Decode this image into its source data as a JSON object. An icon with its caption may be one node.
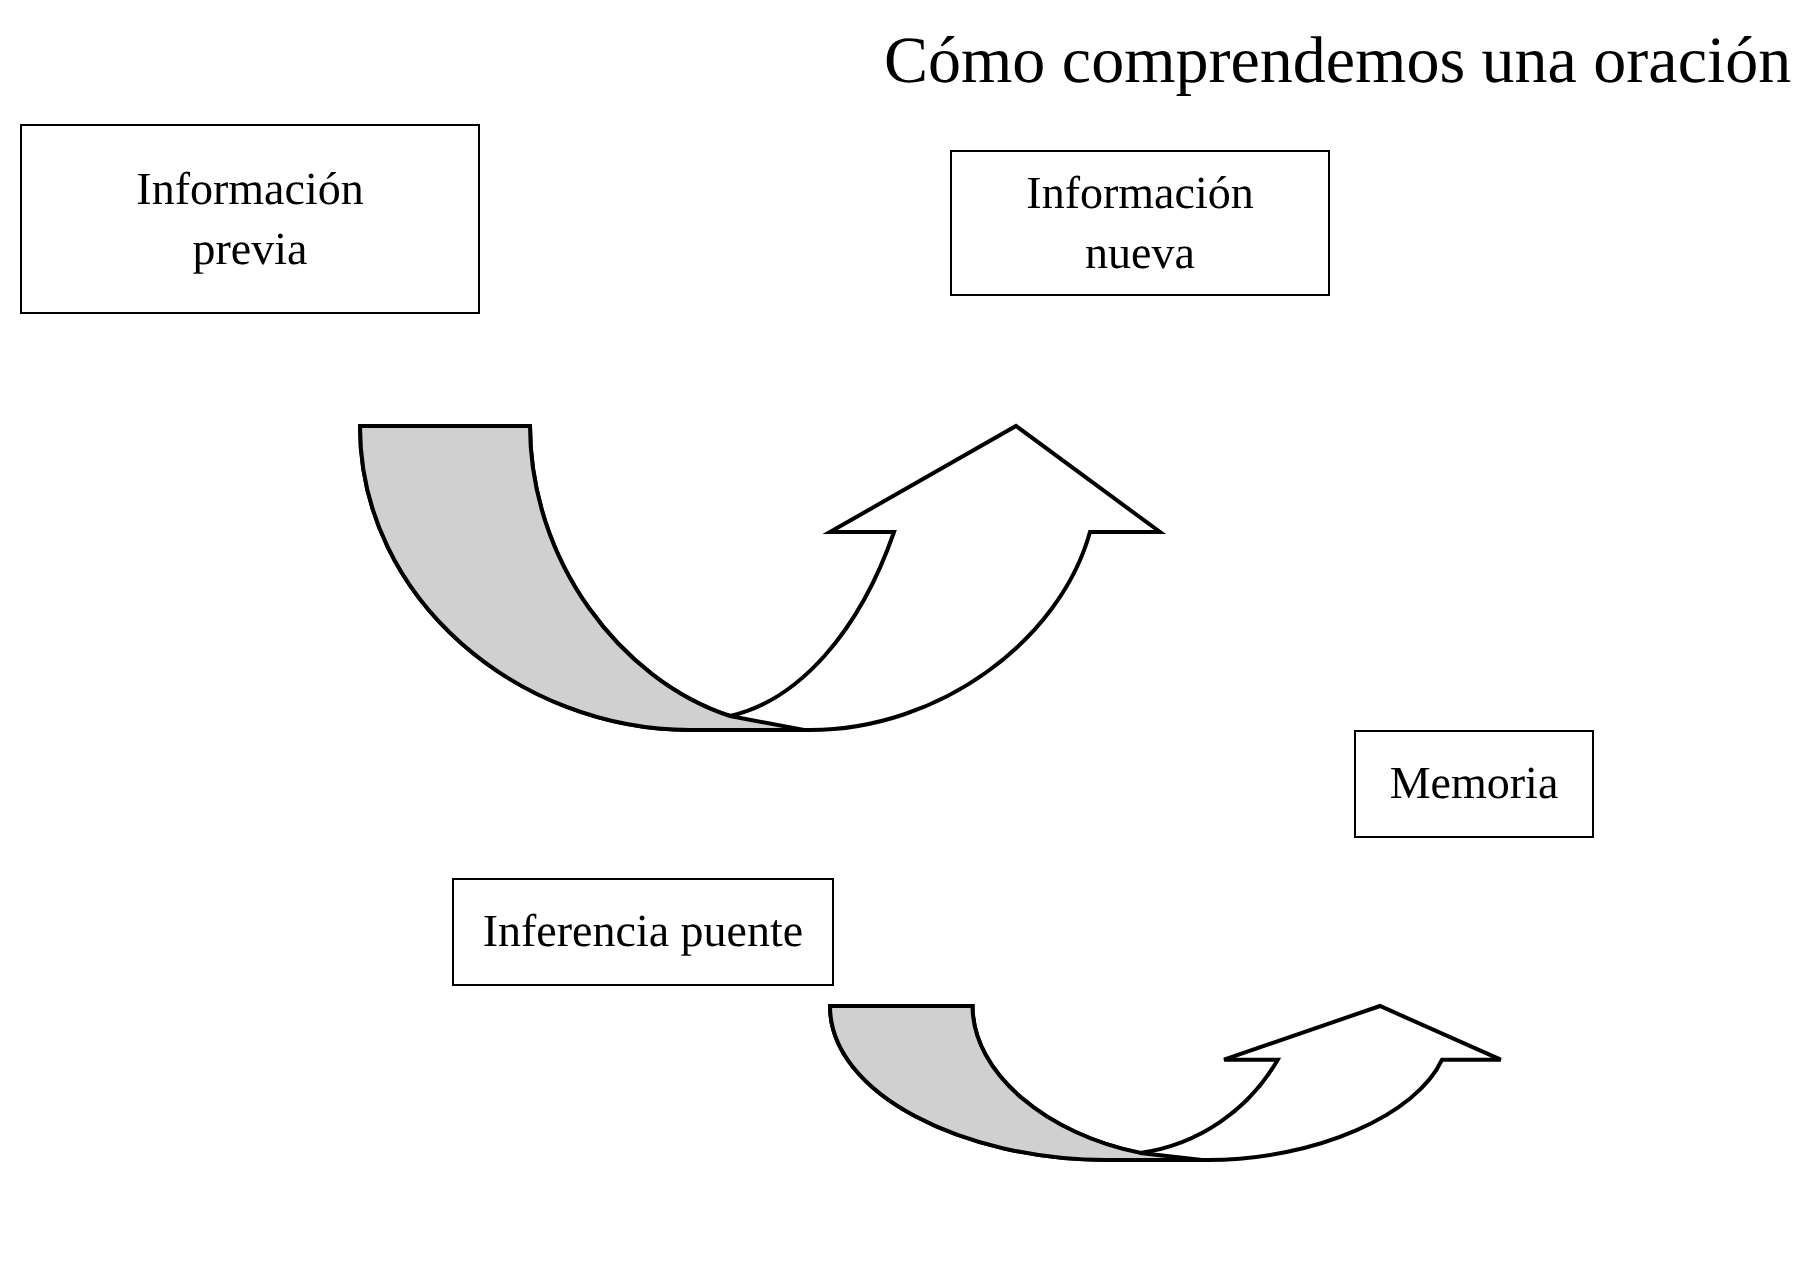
{
  "diagram": {
    "title": "Cómo comprendemos una oración",
    "nodes": [
      {
        "text": [
          "Información previa"
        ]
      },
      {
        "text": [
          "Información nueva"
        ]
      },
      {
        "text": [
          "Memoria"
        ]
      },
      {
        "text": [
          "Inferencia puente"
        ]
      }
    ],
    "edges": [
      {
        "from": 0,
        "to": 1,
        "arrow": "to",
        "style": "thick"
      },
      {
        "from": 3,
        "to": 2,
        "arrow": "to",
        "style": "thick"
      }
    ]
  }
}
